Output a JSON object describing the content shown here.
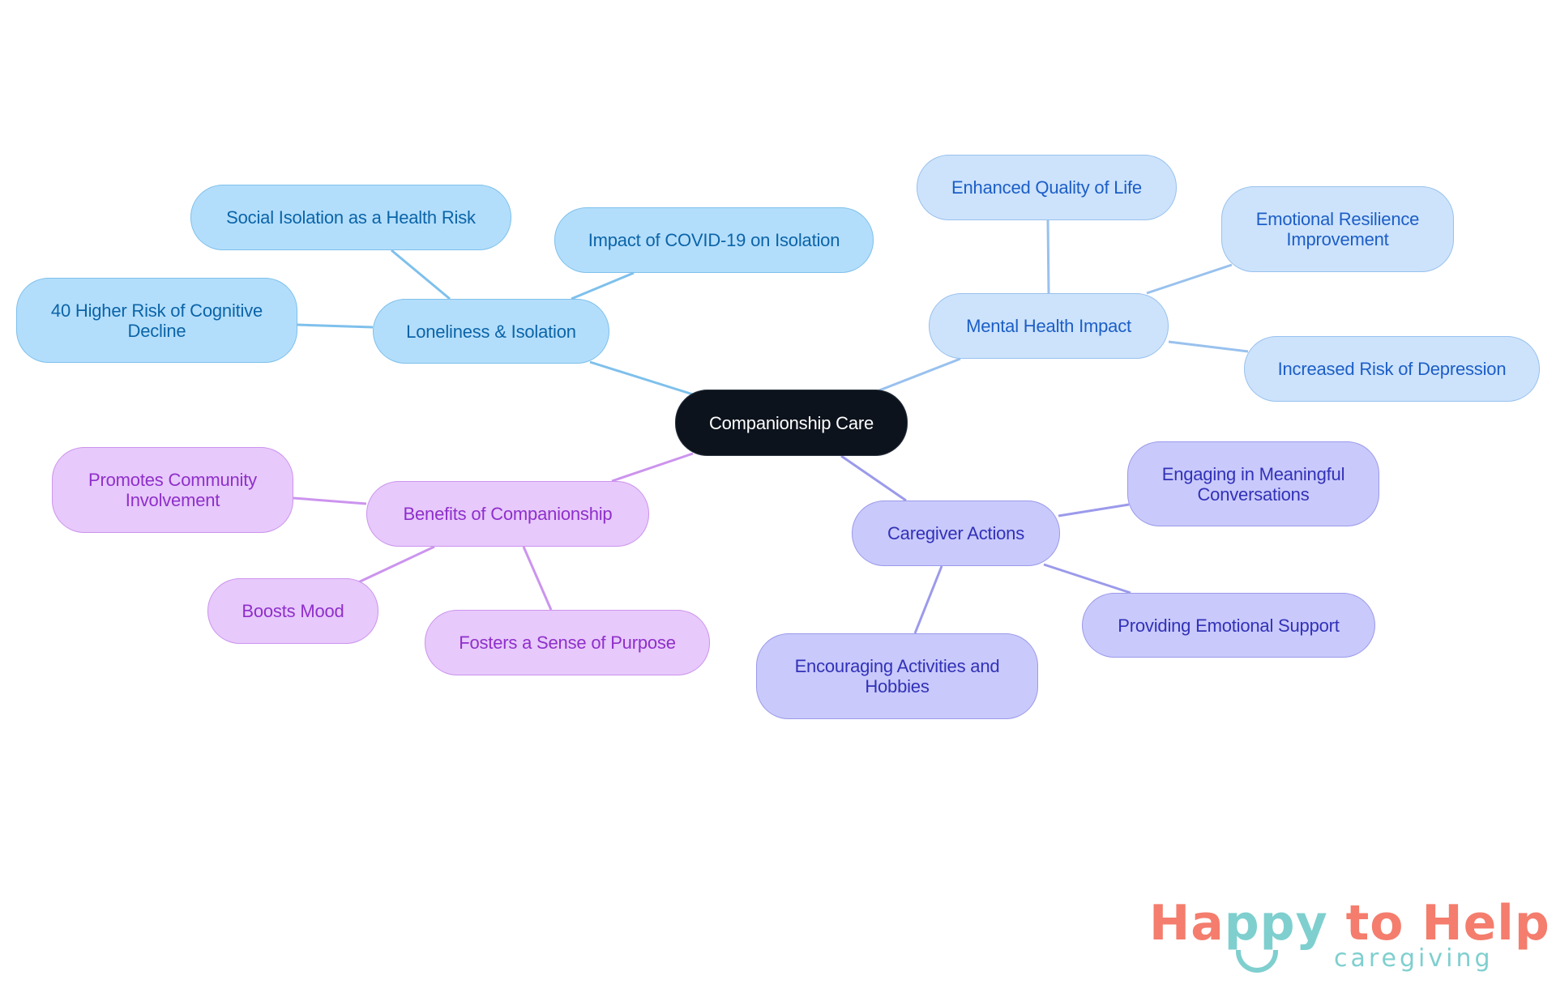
{
  "root": {
    "label": "Companionship Care"
  },
  "branches": [
    {
      "label": "Loneliness & Isolation",
      "color": "#7ec0ec",
      "children": [
        {
          "label": "Social Isolation as a Health Risk"
        },
        {
          "label": "Impact of COVID-19 on Isolation"
        },
        {
          "label": "40 Higher Risk of Cognitive Decline"
        }
      ]
    },
    {
      "label": "Mental Health Impact",
      "color": "#98c1ee",
      "children": [
        {
          "label": "Enhanced Quality of Life"
        },
        {
          "label": "Emotional Resilience Improvement"
        },
        {
          "label": "Increased Risk of Depression"
        }
      ]
    },
    {
      "label": "Benefits of Companionship",
      "color": "#cc94ee",
      "children": [
        {
          "label": "Promotes Community Involvement"
        },
        {
          "label": "Boosts Mood"
        },
        {
          "label": "Fosters a Sense of Purpose"
        }
      ]
    },
    {
      "label": "Caregiver Actions",
      "color": "#9b9aeb",
      "children": [
        {
          "label": "Engaging in Meaningful Conversations"
        },
        {
          "label": "Providing Emotional Support"
        },
        {
          "label": "Encouraging Activities and Hobbies"
        }
      ]
    }
  ],
  "logo": {
    "part1": "Ha",
    "part2": "ppy",
    "part3": " to Help",
    "sub": "caregiving",
    "colors": {
      "coral": "#f47d6d",
      "teal": "#7fcfcf"
    }
  }
}
